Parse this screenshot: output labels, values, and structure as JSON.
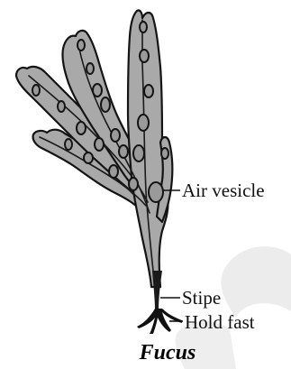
{
  "labels": {
    "air_vesicle": "Air vesicle",
    "stipe": "Stipe",
    "hold_fast": "Hold fast"
  },
  "caption": "Fucus",
  "colors": {
    "thallus_fill": "#a9a9a9",
    "outline": "#141414",
    "watermark": "#e9e9e9"
  }
}
